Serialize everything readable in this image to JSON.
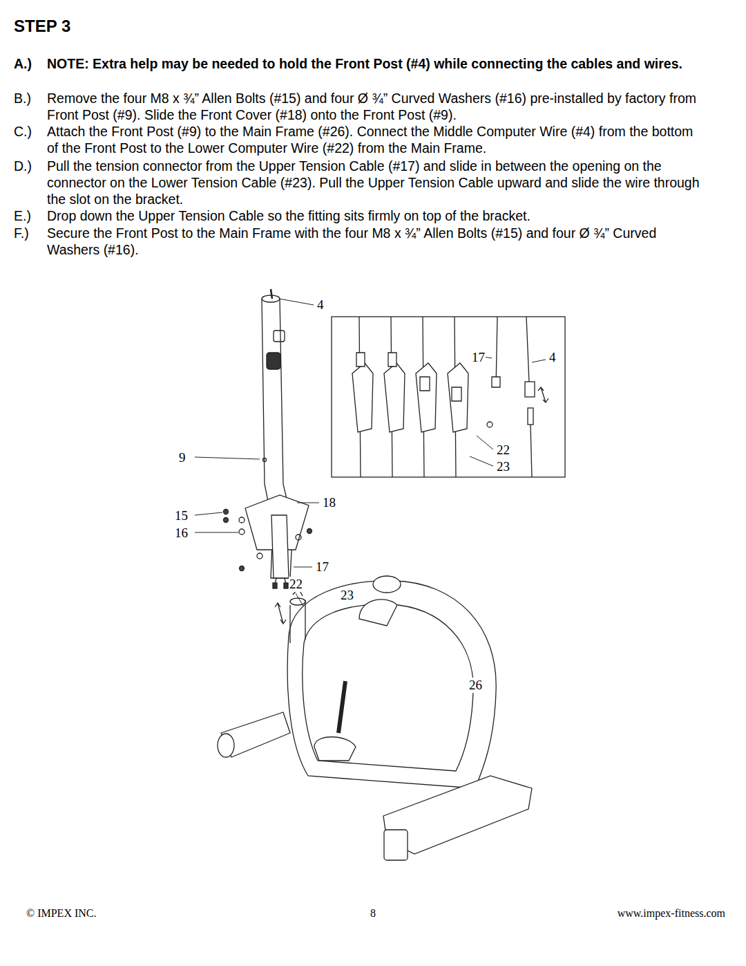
{
  "diagram": {
    "title": "STEP 3",
    "labels": [
      "A.)",
      "NOTE: Extra help may be needed to hold the Front Post (#4) while connecting the cables and wires.",
      "B.)",
      "Remove the four M8 x ¾” Allen Bolts (#15) and four Ø ¾” Curved Washers (#16) pre-installed by factory from Front Post (#9). Slide the Front Cover (#18) onto the Front Post (#9).",
      "C.)",
      "Attach the Front Post (#9) to the Main Frame (#26). Connect the Middle Computer Wire (#4) from the bottom of the Front Post to the Lower Computer Wire (#22) from the Main Frame.",
      "D.)",
      "Pull the tension connector from the Upper Tension Cable (#17) and slide in between the opening on the connector on the Lower Tension Cable (#23). Pull the Upper Tension Cable upward and slide the wire through the slot on the bracket.",
      "E.)",
      "Drop down the Upper Tension Cable so the fitting sits firmly on top of the bracket.",
      "F.)",
      "Secure the Front Post to the Main Frame with the four M8 x ¾” Allen Bolts (#15) and four Ø ¾” Curved Washers (#16).",
      "4",
      "17",
      "4",
      "22",
      "23",
      "9",
      "18",
      "15",
      "16",
      "17",
      "22",
      "23",
      "26",
      "© IMPEX INC.",
      "8",
      "www.impex-fitness.com"
    ]
  }
}
